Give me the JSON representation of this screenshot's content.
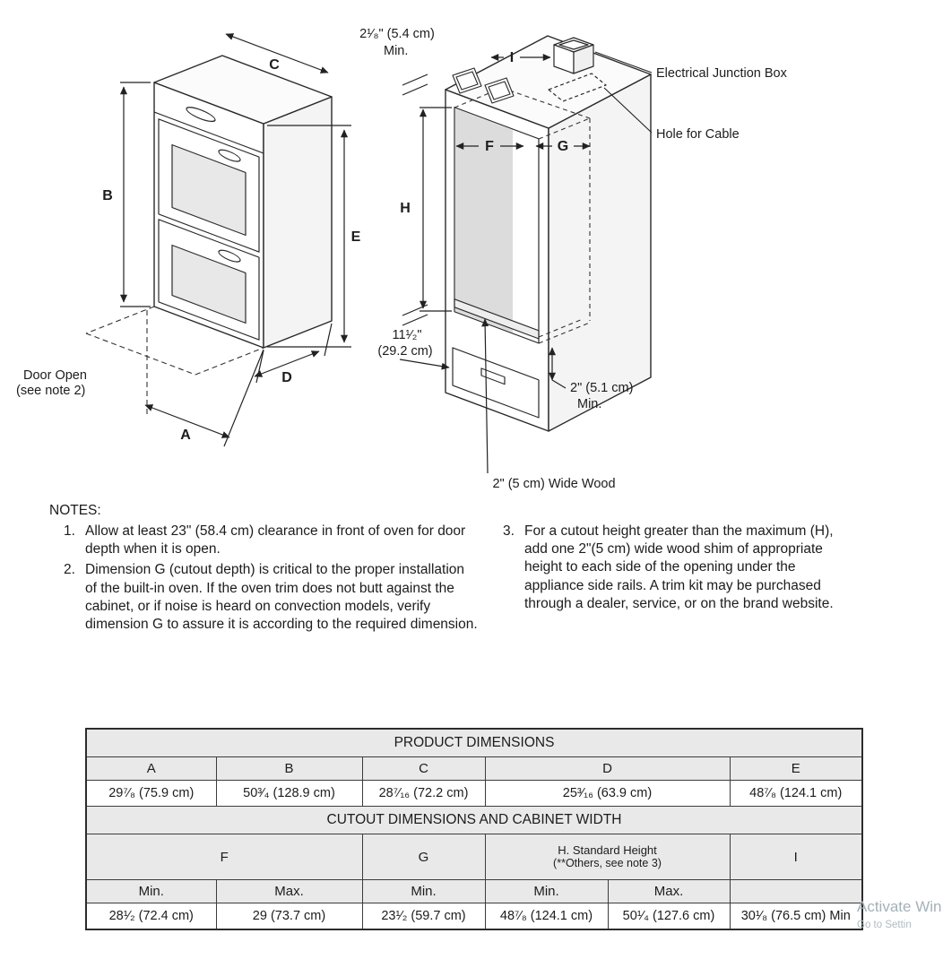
{
  "diagram": {
    "oven": {
      "dim_a": "A",
      "dim_b": "B",
      "dim_c": "C",
      "dim_d": "D",
      "dim_e": "E",
      "door_open_line1": "Door Open",
      "door_open_line2": "(see note 2)"
    },
    "cabinet": {
      "dim_f": "F",
      "dim_g": "G",
      "dim_h": "H",
      "dim_i": "I",
      "top_clearance_line1": "2¹⁄₈\" (5.4 cm)",
      "top_clearance_line2": "Min.",
      "junction_box_label": "Electrical Junction Box",
      "cable_hole_label": "Hole for Cable",
      "bottom_height_line1": "11¹⁄₂\"",
      "bottom_height_line2": "(29.2 cm)",
      "rail_min_line1": "2\" (5.1 cm)",
      "rail_min_line2": "Min.",
      "wood_label": "2\" (5 cm) Wide Wood"
    }
  },
  "notes": {
    "title": "NOTES:",
    "items_left": [
      {
        "num": "1.",
        "text": "Allow at least 23\" (58.4 cm) clearance in front of oven for door depth when it is open."
      },
      {
        "num": "2.",
        "text": "Dimension G (cutout depth) is critical to the proper installation of the built-in oven.  If the oven trim does not butt against the cabinet, or if noise is heard on convection models, verify dimension G to assure it is according to the required dimension."
      }
    ],
    "items_right": [
      {
        "num": "3.",
        "text": "For a cutout height greater than the maximum (H), add one 2\"(5 cm) wide wood shim of appropriate height to each side of the opening under the appliance side rails. A trim kit may be purchased through a dealer, service, or on the brand website."
      }
    ]
  },
  "table": {
    "product_header": "PRODUCT DIMENSIONS",
    "product_cols": [
      "A",
      "B",
      "C",
      "D",
      "E"
    ],
    "product_values": [
      "29⁷⁄₈ (75.9 cm)",
      "50³⁄₄ (128.9 cm)",
      "28⁷⁄₁₆ (72.2 cm)",
      "25³⁄₁₆ (63.9 cm)",
      "48⁷⁄₈ (124.1 cm)"
    ],
    "cutout_header": "CUTOUT DIMENSIONS AND CABINET WIDTH",
    "cutout_group_f": "F",
    "cutout_group_g": "G",
    "cutout_group_h_line1": "H. Standard Height",
    "cutout_group_h_line2": "(**Others, see note 3)",
    "cutout_group_i": "I",
    "minmax": [
      "Min.",
      "Max.",
      "Min.",
      "Min.",
      "Max.",
      ""
    ],
    "cutout_values": [
      "28¹⁄₂ (72.4 cm)",
      "29 (73.7 cm)",
      "23¹⁄₂ (59.7 cm)",
      "48⁷⁄₈ (124.1 cm)",
      "50¹⁄₄ (127.6 cm)",
      "30¹⁄₈ (76.5 cm) Min"
    ]
  },
  "watermark": {
    "line1": "Activate Win",
    "line2": "Go to Settin"
  }
}
